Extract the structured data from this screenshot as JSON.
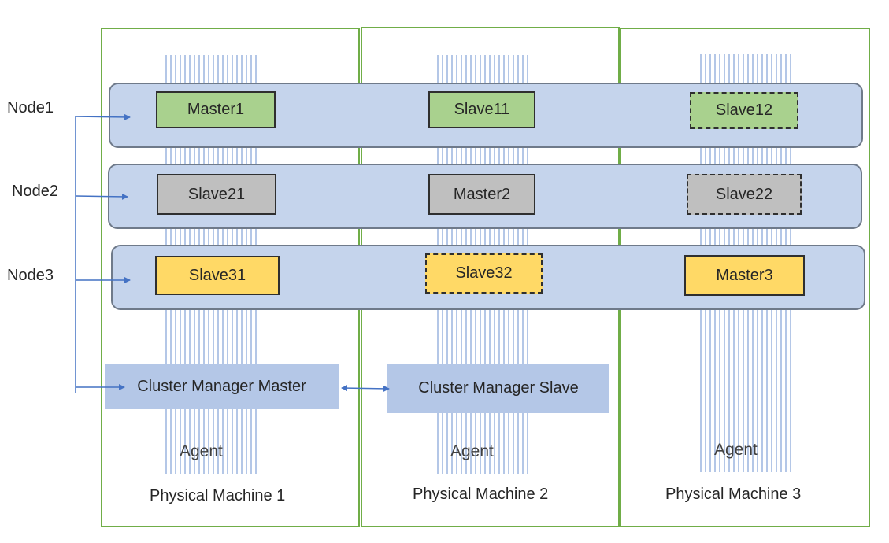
{
  "nodes": [
    "Node1",
    "Node2",
    "Node3"
  ],
  "machines": [
    {
      "label": "Physical Machine 1",
      "agent": "Agent"
    },
    {
      "label": "Physical Machine 2",
      "agent": "Agent"
    },
    {
      "label": "Physical Machine 3",
      "agent": "Agent"
    }
  ],
  "instances": {
    "master1": "Master1",
    "slave11": "Slave11",
    "slave12": "Slave12",
    "slave21": "Slave21",
    "master2": "Master2",
    "slave22": "Slave22",
    "slave31": "Slave31",
    "slave32": "Slave32",
    "master3": "Master3"
  },
  "cluster_manager": {
    "master": "Cluster Manager Master",
    "slave": "Cluster Manager Slave"
  },
  "colors": {
    "machine_border": "#70ad47",
    "node_band": "#c5d4ec",
    "arrow": "#4472c4",
    "node1": "#a9d18e",
    "node2": "#bfbfbf",
    "node3": "#ffd966"
  }
}
